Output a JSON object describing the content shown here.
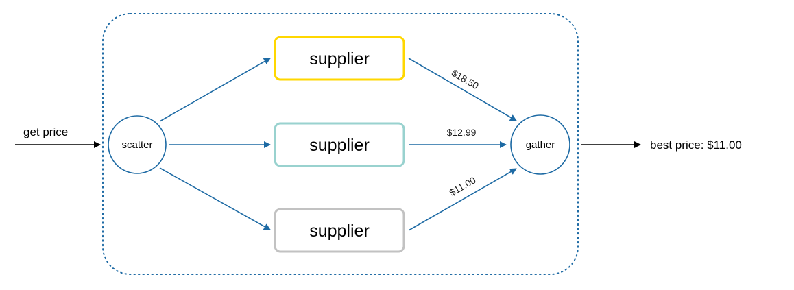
{
  "colors": {
    "edge": "#1d6aa4",
    "input_arrow": "#000000",
    "boundary": "#1d6aa4",
    "supplier_1_border": "#ffd700",
    "supplier_2_border": "#99d2cf",
    "supplier_3_border": "#c2c2c2"
  },
  "input": {
    "label": "get price"
  },
  "output": {
    "label": "best price: $11.00"
  },
  "scatter": {
    "label": "scatter"
  },
  "gather": {
    "label": "gather"
  },
  "suppliers": [
    {
      "label": "supplier",
      "price": "$18.50"
    },
    {
      "label": "supplier",
      "price": "$12.99"
    },
    {
      "label": "supplier",
      "price": "$11.00"
    }
  ]
}
